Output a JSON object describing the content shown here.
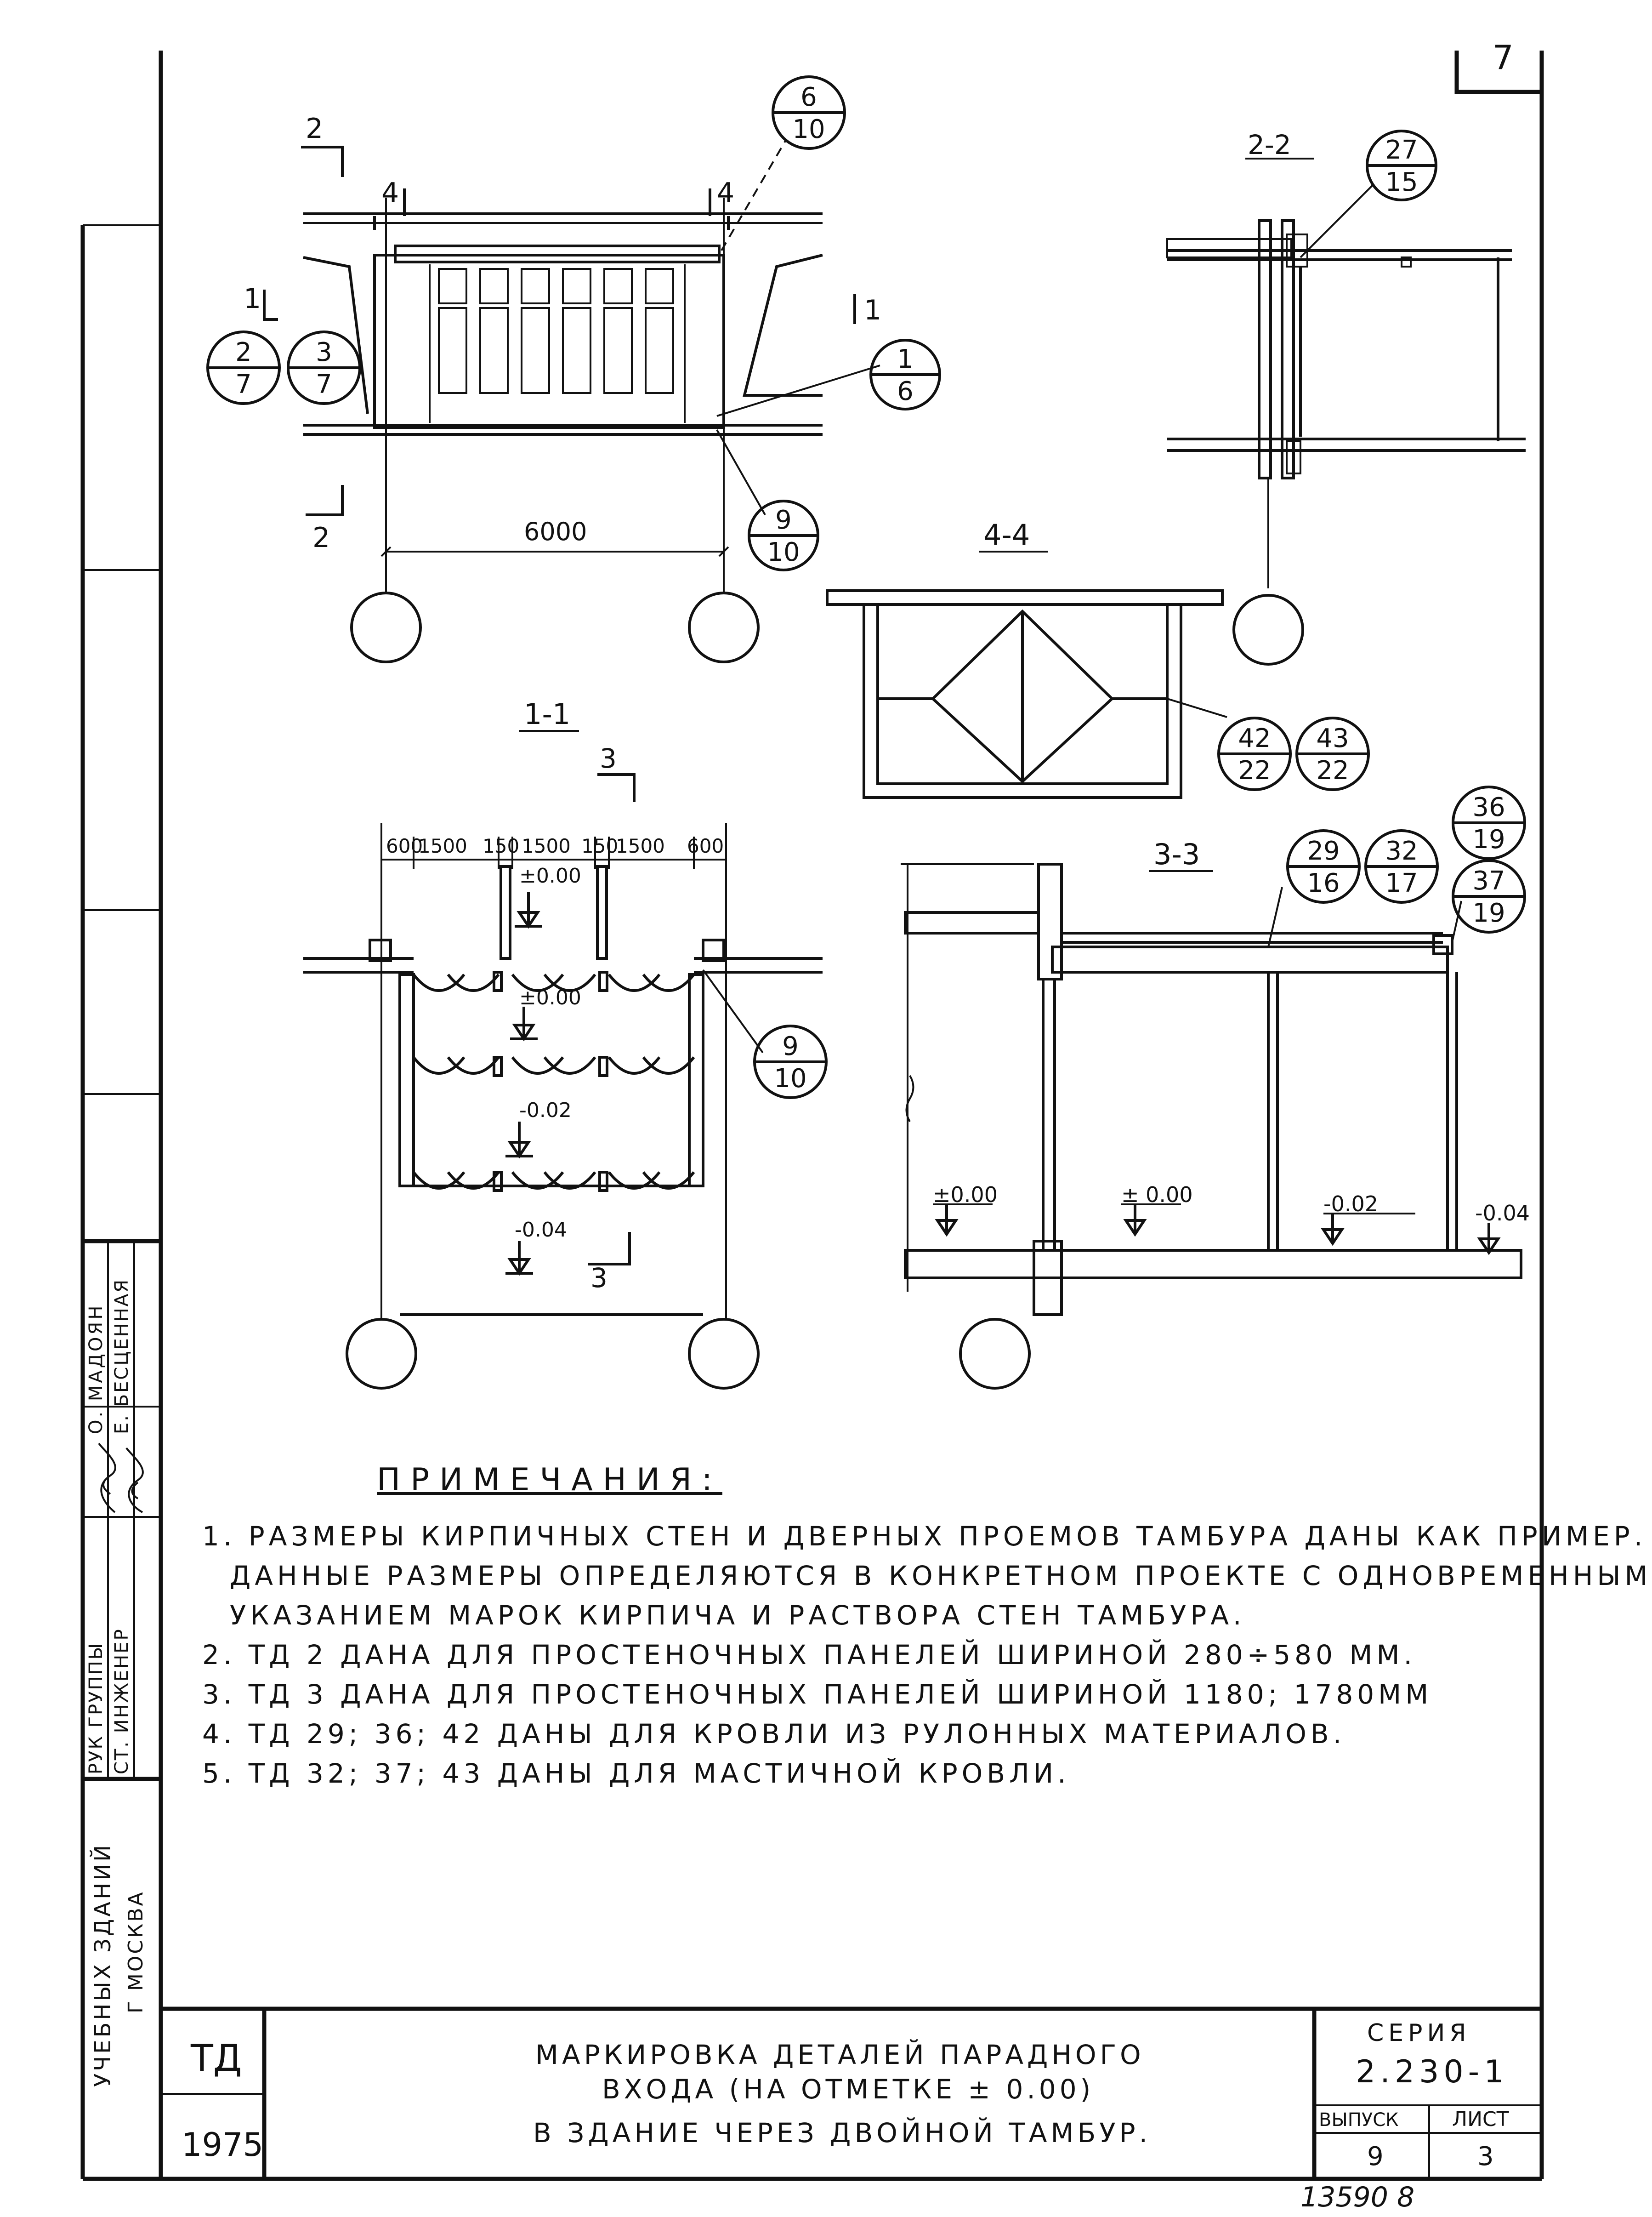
{
  "sheet_number": "7",
  "handwritten_number": "13590  8",
  "sections": {
    "s22": "2-2",
    "s44": "4-4",
    "s11": "1-1",
    "s33": "3-3"
  },
  "cut_marks": {
    "c2a": "2",
    "c2b": "2",
    "c1a": "1",
    "c1b": "1",
    "c4a": "4",
    "c4b": "4",
    "c3a": "3",
    "c3b": "3"
  },
  "dims": {
    "span": "6000",
    "row": [
      "600",
      "1500",
      "150",
      "1500",
      "150",
      "1500",
      "600"
    ]
  },
  "levels": {
    "l1": "±0.00",
    "l2": "±0.00",
    "l3": "-0.02",
    "l4": "-0.04",
    "r1": "±0.00",
    "r2": "± 0.00",
    "r3": "-0.02",
    "r4": "-0.04"
  },
  "callouts": [
    {
      "id": "c-6-10",
      "top": "6",
      "bottom": "10"
    },
    {
      "id": "c-2-7",
      "top": "2",
      "bottom": "7"
    },
    {
      "id": "c-3-7",
      "top": "3",
      "bottom": "7"
    },
    {
      "id": "c-1-6",
      "top": "1",
      "bottom": "6"
    },
    {
      "id": "c-9-10-a",
      "top": "9",
      "bottom": "10"
    },
    {
      "id": "c-27-15",
      "top": "27",
      "bottom": "15"
    },
    {
      "id": "c-42-22",
      "top": "42",
      "bottom": "22"
    },
    {
      "id": "c-43-22",
      "top": "43",
      "bottom": "22"
    },
    {
      "id": "c-9-10-b",
      "top": "9",
      "bottom": "10"
    },
    {
      "id": "c-29-16",
      "top": "29",
      "bottom": "16"
    },
    {
      "id": "c-32-17",
      "top": "32",
      "bottom": "17"
    },
    {
      "id": "c-36-19",
      "top": "36",
      "bottom": "19"
    },
    {
      "id": "c-37-19",
      "top": "37",
      "bottom": "19"
    }
  ],
  "side_stamp": {
    "row1_role": "РУК ГРУППЫ",
    "row1_name": "О. МАДОЯН",
    "row2_role": "СТ. ИНЖЕНЕР",
    "row2_name": "Е. БЕСЦЕННАЯ",
    "org_line1": "УЧЕБНЫХ  ЗДАНИЙ",
    "org_line2": "Г МОСКВА"
  },
  "notes": {
    "title": "ПРИМЕЧАНИЯ:",
    "items": [
      "1. РАЗМЕРЫ КИРПИЧНЫХ СТЕН И ДВЕРНЫХ ПРОЕМОВ ТАМБУРА ДАНЫ КАК ПРИМЕР.",
      "ДАННЫЕ РАЗМЕРЫ ОПРЕДЕЛЯЮТСЯ В КОНКРЕТНОМ ПРОЕКТЕ С ОДНОВРЕМЕННЫМ",
      "УКАЗАНИЕМ МАРОК КИРПИЧА И РАСТВОРА СТЕН ТАМБУРА.",
      "2. ТД 2 ДАНА ДЛЯ ПРОСТЕНОЧНЫХ ПАНЕЛЕЙ ШИРИНОЙ 280÷580 ММ.",
      "3. ТД 3 ДАНА ДЛЯ ПРОСТЕНОЧНЫХ ПАНЕЛЕЙ ШИРИНОЙ 1180; 1780ММ",
      "4. ТД 29; 36; 42 ДАНЫ ДЛЯ КРОВЛИ ИЗ РУЛОННЫХ МАТЕРИАЛОВ.",
      "5. ТД 32; 37; 43 ДАНЫ ДЛЯ МАСТИЧНОЙ КРОВЛИ."
    ]
  },
  "title_block": {
    "code": "ТД",
    "year": "1975",
    "title_line1": "МАРКИРОВКА ДЕТАЛЕЙ ПАРАДНОГО",
    "title_line2": "ВХОДА (НА ОТМЕТКЕ ± 0.00)",
    "title_line3": "В ЗДАНИЕ ЧЕРЕЗ ДВОЙНОЙ ТАМБУР.",
    "series_label": "СЕРИЯ",
    "series_value": "2.230-1",
    "issue_label": "ВЫПУСК",
    "issue_value": "9",
    "sheet_label": "ЛИСТ",
    "sheet_value": "3"
  }
}
